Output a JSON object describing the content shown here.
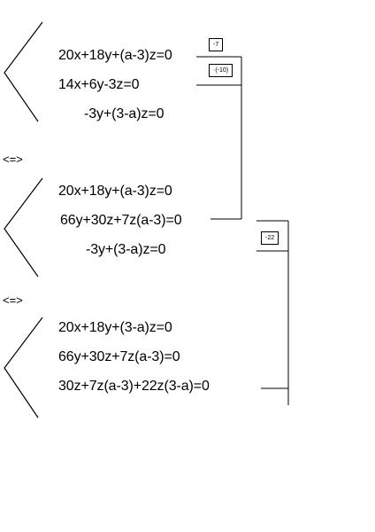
{
  "systems": [
    {
      "equations": [
        "20x+18y+(a-3)z=0",
        "14x+6y-3z=0",
        "-3y+(3-a)z=0"
      ],
      "factors": [
        "-7",
        "·(-10)"
      ]
    },
    {
      "equations": [
        "20x+18y+(a-3)z=0",
        "66y+30z+7z(a-3)=0",
        "-3y+(3-a)z=0"
      ],
      "factors": [
        "-22"
      ]
    },
    {
      "equations": [
        "20x+18y+(3-a)z=0",
        "66y+30z+7z(a-3)=0",
        "30z+7z(a-3)+22z(3-a)=0"
      ],
      "factors": []
    }
  ],
  "equivalence": [
    "<=>",
    "<=>"
  ]
}
